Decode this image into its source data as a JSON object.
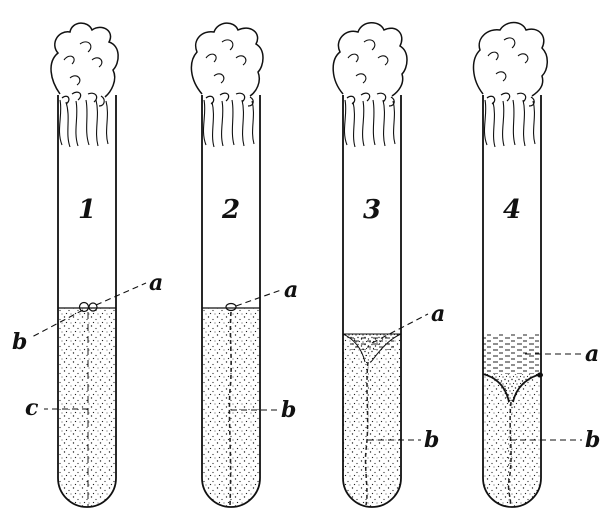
{
  "tubes": [
    {
      "number": "1",
      "labels": [
        "a",
        "b",
        "c"
      ]
    },
    {
      "number": "2",
      "labels": [
        "a",
        "b"
      ]
    },
    {
      "number": "3",
      "labels": [
        "a",
        "b"
      ]
    },
    {
      "number": "4",
      "labels": [
        "a",
        "b"
      ]
    }
  ]
}
